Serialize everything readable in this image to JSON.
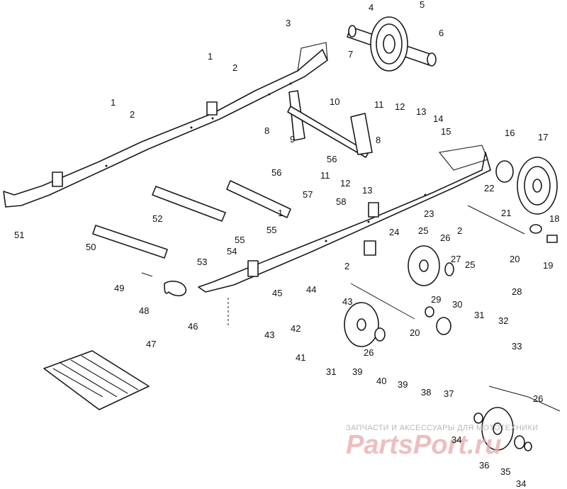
{
  "watermark": {
    "caption": "ЗАПЧАСТИ И АКСЕССУАРЫ ДЛЯ МОТОТЕХНИКИ",
    "logo": "PartsPort.ru",
    "color": "#e8a9a9"
  },
  "callouts": [
    {
      "id": "c1a",
      "text": "1"
    },
    {
      "id": "c2a",
      "text": "2"
    },
    {
      "id": "c3",
      "text": "3"
    },
    {
      "id": "c4",
      "text": "4"
    },
    {
      "id": "c5",
      "text": "5"
    },
    {
      "id": "c6",
      "text": "6"
    },
    {
      "id": "c7",
      "text": "7"
    },
    {
      "id": "c1b",
      "text": "1"
    },
    {
      "id": "c2b",
      "text": "2"
    },
    {
      "id": "c10",
      "text": "10"
    },
    {
      "id": "c8a",
      "text": "8"
    },
    {
      "id": "c9",
      "text": "9"
    },
    {
      "id": "c11a",
      "text": "11"
    },
    {
      "id": "c12a",
      "text": "12"
    },
    {
      "id": "c13a",
      "text": "13"
    },
    {
      "id": "c14",
      "text": "14"
    },
    {
      "id": "c8b",
      "text": "8"
    },
    {
      "id": "c15",
      "text": "15"
    },
    {
      "id": "c16",
      "text": "16"
    },
    {
      "id": "c17",
      "text": "17"
    },
    {
      "id": "c56a",
      "text": "56"
    },
    {
      "id": "c11b",
      "text": "11"
    },
    {
      "id": "c12b",
      "text": "12"
    },
    {
      "id": "c13b",
      "text": "13"
    },
    {
      "id": "c22",
      "text": "22"
    },
    {
      "id": "c21",
      "text": "21"
    },
    {
      "id": "c56b",
      "text": "56"
    },
    {
      "id": "c57",
      "text": "57"
    },
    {
      "id": "c58",
      "text": "58"
    },
    {
      "id": "c23",
      "text": "23"
    },
    {
      "id": "c18",
      "text": "18"
    },
    {
      "id": "c52",
      "text": "52"
    },
    {
      "id": "c1c",
      "text": "1"
    },
    {
      "id": "c55a",
      "text": "55"
    },
    {
      "id": "c2c",
      "text": "2"
    },
    {
      "id": "c51",
      "text": "51"
    },
    {
      "id": "c24",
      "text": "24"
    },
    {
      "id": "c25a",
      "text": "25"
    },
    {
      "id": "c26a",
      "text": "26"
    },
    {
      "id": "c20a",
      "text": "20"
    },
    {
      "id": "c19",
      "text": "19"
    },
    {
      "id": "c50",
      "text": "50"
    },
    {
      "id": "c55b",
      "text": "55"
    },
    {
      "id": "c54",
      "text": "54"
    },
    {
      "id": "c53",
      "text": "53"
    },
    {
      "id": "c27",
      "text": "27"
    },
    {
      "id": "c25b",
      "text": "25"
    },
    {
      "id": "c2d",
      "text": "2"
    },
    {
      "id": "c49",
      "text": "49"
    },
    {
      "id": "c44",
      "text": "44"
    },
    {
      "id": "c45",
      "text": "45"
    },
    {
      "id": "c28",
      "text": "28"
    },
    {
      "id": "c48",
      "text": "48"
    },
    {
      "id": "c43a",
      "text": "43"
    },
    {
      "id": "c29",
      "text": "29"
    },
    {
      "id": "c30",
      "text": "30"
    },
    {
      "id": "c31a",
      "text": "31"
    },
    {
      "id": "c32",
      "text": "32"
    },
    {
      "id": "c46",
      "text": "46"
    },
    {
      "id": "c42",
      "text": "42"
    },
    {
      "id": "c43b",
      "text": "43"
    },
    {
      "id": "c20b",
      "text": "20"
    },
    {
      "id": "c33",
      "text": "33"
    },
    {
      "id": "c47",
      "text": "47"
    },
    {
      "id": "c41",
      "text": "41"
    },
    {
      "id": "c26b",
      "text": "26"
    },
    {
      "id": "c31b",
      "text": "31"
    },
    {
      "id": "c39a",
      "text": "39"
    },
    {
      "id": "c40",
      "text": "40"
    },
    {
      "id": "c39b",
      "text": "39"
    },
    {
      "id": "c38",
      "text": "38"
    },
    {
      "id": "c37",
      "text": "37"
    },
    {
      "id": "c26c",
      "text": "26"
    },
    {
      "id": "c34a",
      "text": "34"
    },
    {
      "id": "c36",
      "text": "36"
    },
    {
      "id": "c35",
      "text": "35"
    },
    {
      "id": "c34b",
      "text": "34"
    }
  ]
}
